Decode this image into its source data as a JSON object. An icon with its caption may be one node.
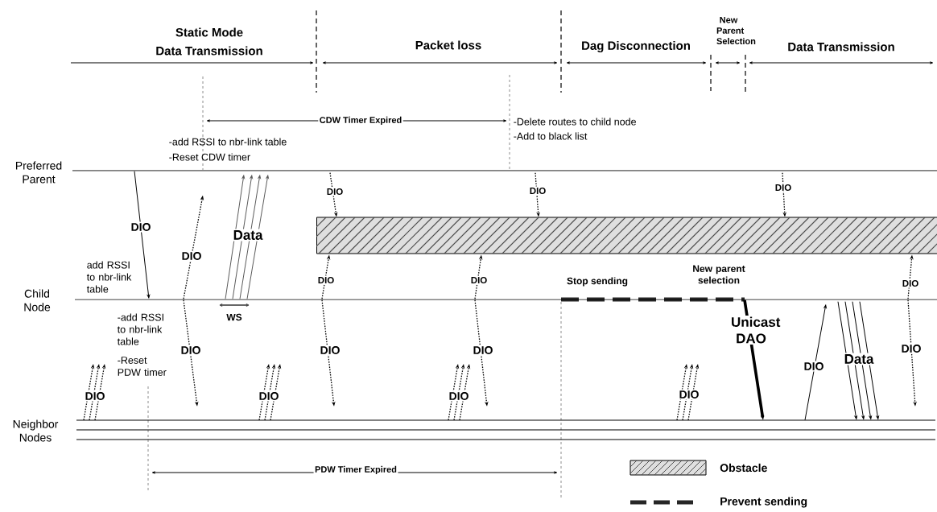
{
  "diagram": {
    "nodes": [
      {
        "text": [
          "Preferred Parent"
        ]
      },
      {
        "text": [
          "Child Node"
        ]
      },
      {
        "text": [
          "Neighbor Nodes"
        ]
      },
      {
        "text": [],
        "shape": "bar"
      }
    ],
    "edges": [
      {
        "from": 0,
        "to": 1,
        "arrow": "to",
        "label": "DIO"
      },
      {
        "from": 1,
        "to": 0,
        "arrow": "to",
        "label": "DIO",
        "style": "dashed"
      },
      {
        "from": 1,
        "to": 2,
        "arrow": "to",
        "label": "DIO",
        "style": "dashed"
      },
      {
        "from": 1,
        "to": 0,
        "arrow": "to",
        "label": "Data",
        "color": "#595959"
      },
      {
        "from": 0,
        "to": 3,
        "arrow": "to",
        "label": "DIO",
        "style": "dashed"
      },
      {
        "from": 1,
        "to": 3,
        "arrow": "to",
        "label": "DIO",
        "style": "dashed"
      },
      {
        "from": 1,
        "to": 2,
        "arrow": "to",
        "label": "DIO",
        "style": "dashed"
      },
      {
        "from": 0,
        "to": 3,
        "arrow": "to",
        "label": "DIO",
        "style": "dashed"
      },
      {
        "from": 1,
        "to": 3,
        "arrow": "to",
        "label": "DIO",
        "style": "dashed"
      },
      {
        "from": 1,
        "to": 2,
        "arrow": "to",
        "label": "DIO",
        "style": "dashed"
      },
      {
        "from": 0,
        "to": 3,
        "arrow": "to",
        "label": "DIO",
        "style": "dashed"
      },
      {
        "from": 1,
        "to": 3,
        "arrow": "to",
        "label": "DIO",
        "style": "dashed"
      },
      {
        "from": 1,
        "to": 2,
        "arrow": "to",
        "label": "DIO",
        "style": "dashed"
      },
      {
        "from": 1,
        "to": 2,
        "arrow": "to",
        "label": "Unicast **DAO**",
        "style": "thick"
      },
      {
        "from": 2,
        "to": 1,
        "arrow": "to",
        "label": "DIO"
      },
      {
        "from": 1,
        "to": 2,
        "arrow": "to",
        "label": "Data"
      },
      {
        "from": 2,
        "to": null,
        "arrow": "to",
        "label": "DIO",
        "style": "dashed"
      },
      {
        "from": 2,
        "to": null,
        "arrow": "to",
        "label": "DIO",
        "style": "dashed"
      },
      {
        "from": 2,
        "to": null,
        "arrow": "to",
        "label": "DIO",
        "style": "dashed"
      },
      {
        "from": 2,
        "to": null,
        "arrow": "to",
        "label": "DIO",
        "style": "dashed"
      }
    ],
    "labels": [
      "Static Mode",
      "Data Transmission",
      "Packet loss",
      "Dag Disconnection",
      "New Parent Selection",
      "Data Transmission",
      "CDW Timer Expired",
      "-add RSSI to nbr-link table",
      "-Reset CDW timer",
      "-Delete routes to child node",
      "-Add to black list",
      "add RSSI to nbr-link table",
      "-add RSSI to nbr-link table",
      "-Reset PDW timer",
      "WS",
      "Stop sending",
      "New parent selection",
      "PDW Timer Expired"
    ],
    "legend": [
      {
        "text": "Obstacle"
      },
      {
        "text": "Prevent sending"
      }
    ]
  }
}
